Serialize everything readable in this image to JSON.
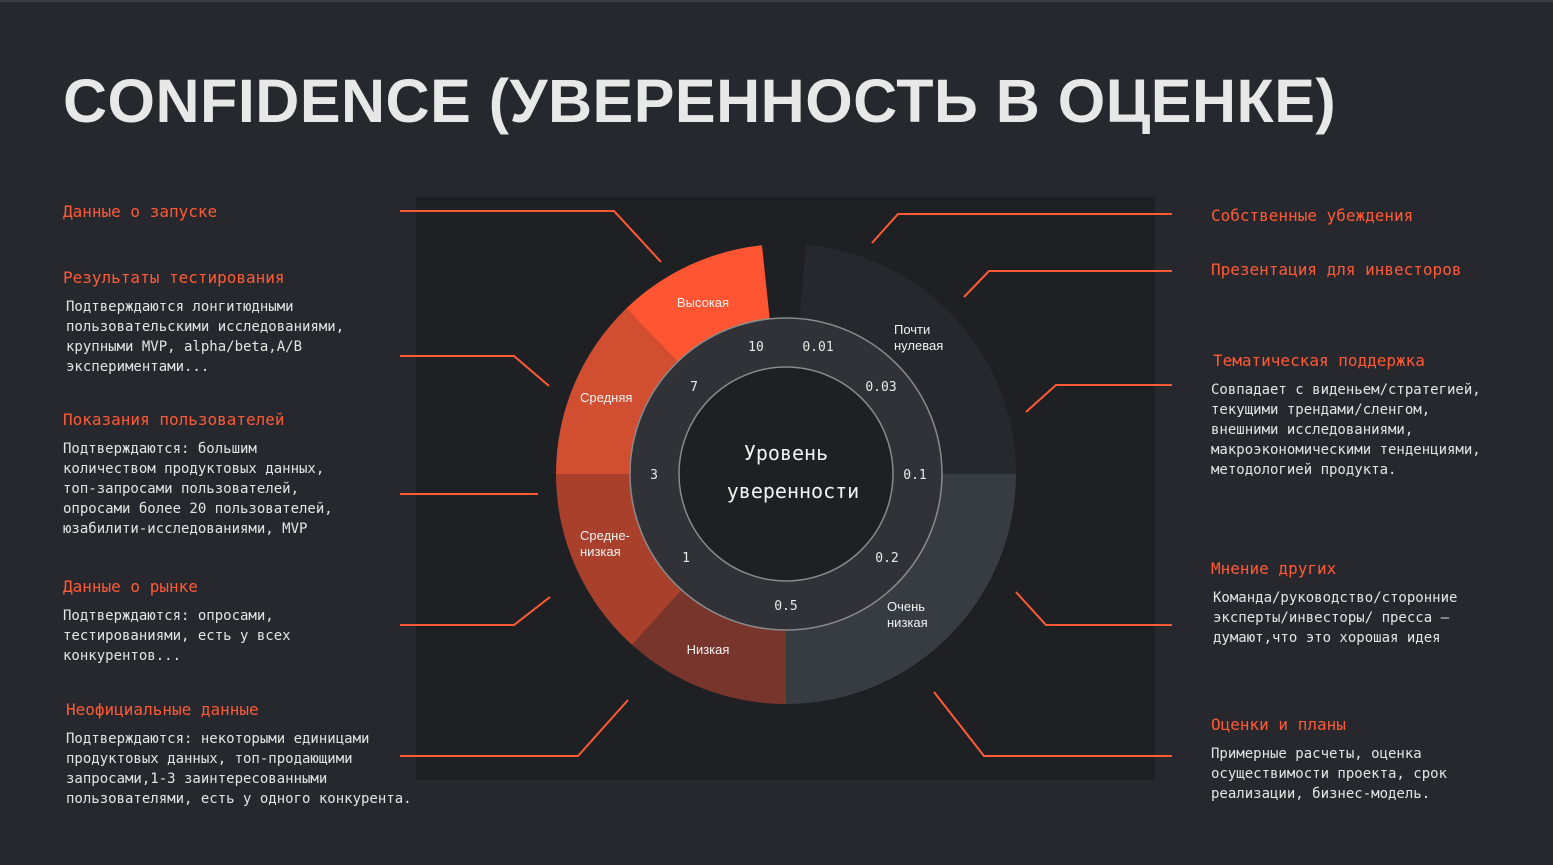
{
  "title": "CONFIDENCE (УВЕРЕННОСТЬ В ОЦЕНКЕ)",
  "colors": {
    "accent": "#ff5a36",
    "high": "#ff5533",
    "medium": "#d14e30",
    "medium_low": "#a9402b",
    "low": "#78352c",
    "near_zero": "#25282d",
    "very_low": "#373b42"
  },
  "diagram": {
    "center": [
      "Уровень",
      "уверенности"
    ],
    "segments": {
      "high": "Высокая",
      "medium": "Средняя",
      "medium_low": [
        "Средне-",
        "низкая"
      ],
      "low": "Низкая",
      "very_low": [
        "Очень",
        "низкая"
      ],
      "near_zero": [
        "Почти",
        "нулевая"
      ]
    },
    "scale": [
      "10",
      "7",
      "3",
      "1",
      "0.5",
      "0.2",
      "0.1",
      "0.03",
      "0.01"
    ]
  },
  "left": [
    {
      "title": "Данные о запуске",
      "text": ""
    },
    {
      "title": "Результаты тестирования",
      "text": "Подтверждаются лонгитюдными\nпользовательскими исследованиями,\nкрупными MVP, alpha/beta,A/B\nэкспериментами..."
    },
    {
      "title": "Показания пользователей",
      "text": "Подтверждаются: большим\nколичеством продуктовых данных,\nтоп-запросами пользователей,\nопросами более 20 пользователей,\nюзабилити-исследованиями, MVP"
    },
    {
      "title": "Данные о рынке",
      "text": "Подтверждаются: опросами,\nтестированиями, есть у всех\nконкурентов..."
    },
    {
      "title": "Неофициальные данные",
      "text": "Подтверждаются: некоторыми единицами\nпродуктовых данных, топ-продающими\nзапросами,1-3 заинтересованными\nпользователями, есть у одного конкурента."
    }
  ],
  "right": [
    {
      "title": "Собственные убеждения",
      "text": ""
    },
    {
      "title": "Презентация для инвесторов",
      "text": ""
    },
    {
      "title": "Тематическая поддержка",
      "text": "Совпадает с виденьем/стратегией,\nтекущими трендами/сленгом,\nвнешними исследованиями,\nмакроэкономическими тенденциями,\nметодологией продукта."
    },
    {
      "title": "Мнение других",
      "text": "Команда/руководство/сторонние\nэксперты/инвесторы/ пресса —\nдумают,что это хорошая идея"
    },
    {
      "title": "Оценки и планы",
      "text": "Примерные расчеты, оценка\nосуществимости проекта, срок\nреализации, бизнес-модель."
    }
  ]
}
